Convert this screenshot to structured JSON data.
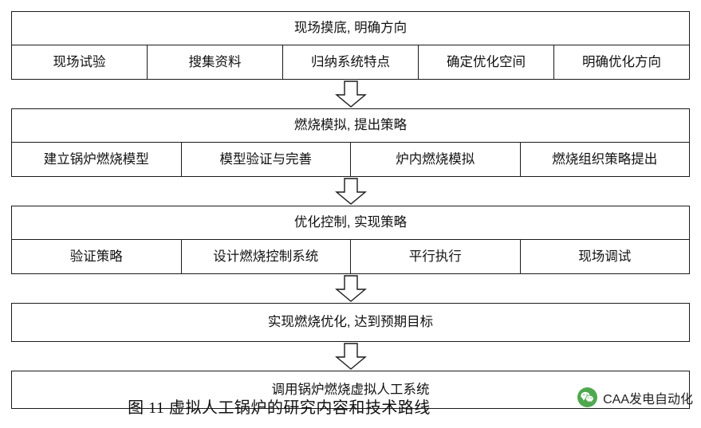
{
  "diagram": {
    "stages": [
      {
        "title": "现场摸底, 明确方向",
        "items": [
          "现场试验",
          "搜集资料",
          "归纳系统特点",
          "确定优化空间",
          "明确优化方向"
        ]
      },
      {
        "title": "燃烧模拟, 提出策略",
        "items": [
          "建立锅炉燃烧模型",
          "模型验证与完善",
          "炉内燃烧模拟",
          "燃烧组织策略提出"
        ]
      },
      {
        "title": "优化控制, 实现策略",
        "items": [
          "验证策略",
          "设计燃烧控制系统",
          "平行执行",
          "现场调试"
        ]
      },
      {
        "title": "实现燃烧优化, 达到预期目标",
        "items": []
      },
      {
        "title": "调用锅炉燃烧虚拟人工系统",
        "items": []
      }
    ],
    "arrow_icon": "down-arrow-icon"
  },
  "caption": "图 11   虚拟人工锅炉的研究内容和技术路线",
  "watermark": {
    "icon": "wechat-icon",
    "label": "CAA发电自动化"
  }
}
